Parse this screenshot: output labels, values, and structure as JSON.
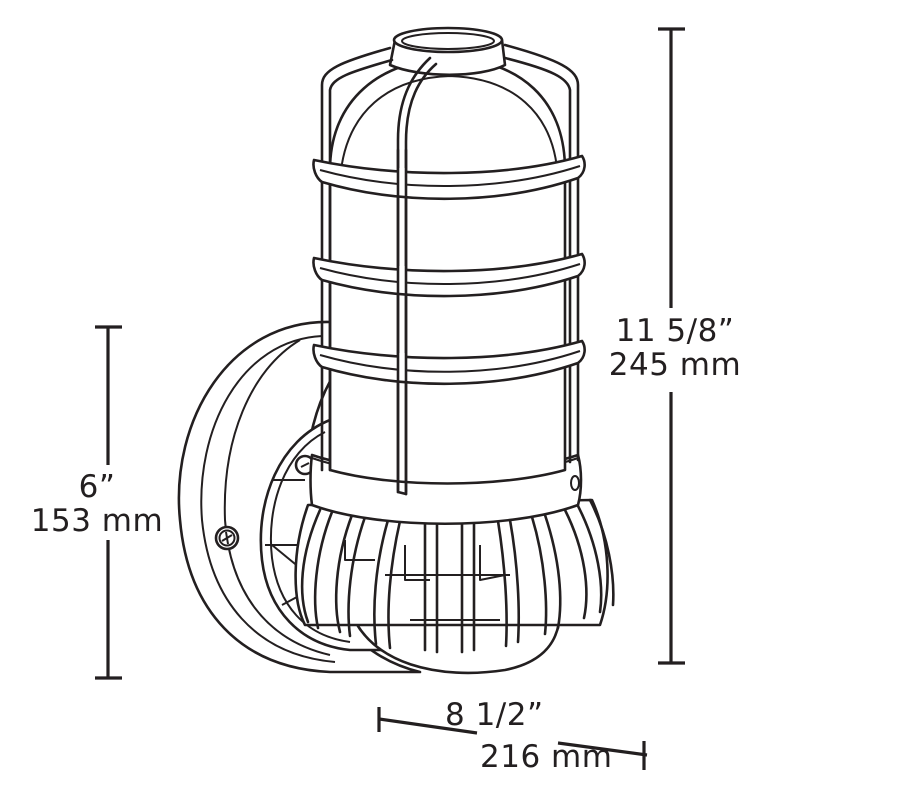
{
  "drawing": {
    "subject": "caged wall-mount light fixture, side view",
    "line_color": "#231f20",
    "background": "#ffffff"
  },
  "dimensions": {
    "height": {
      "imperial": "11 5/8”",
      "metric": "245 mm"
    },
    "backplate_height": {
      "imperial": "6”",
      "metric": "153 mm"
    },
    "extension": {
      "imperial": "8 1/2”",
      "metric": "216 mm"
    }
  }
}
